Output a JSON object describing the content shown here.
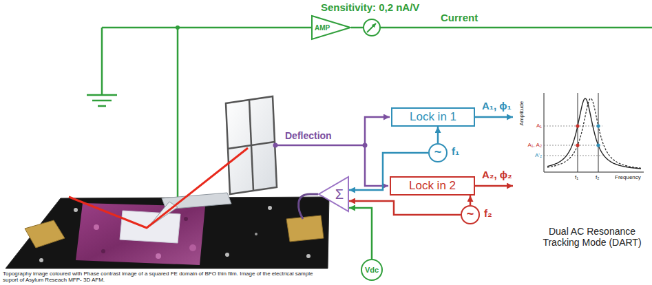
{
  "diagram": {
    "caption": "Topography image coloured with Phase contrast image of a squared FE domain of BFO thin film. Image of the electrical sample suport of Asylum Reseach MFP- 3D AFM.",
    "nodes": [
      {
        "text": [
          "AMP"
        ]
      },
      {
        "text": [
          "Lock in 1"
        ]
      },
      {
        "text": [
          "~"
        ]
      },
      {
        "text": [
          "Lock in 2"
        ]
      },
      {
        "text": [
          "Σ"
        ]
      },
      {
        "text": [
          "~"
        ]
      },
      {
        "text": [
          "Vdc"
        ]
      }
    ],
    "edges": [
      {
        "from": 2,
        "to": 1,
        "arrow": "to"
      },
      {
        "from": 5,
        "to": 3,
        "arrow": "to"
      },
      {
        "from": 2,
        "to": 4,
        "arrow": "to"
      },
      {
        "from": 5,
        "to": 4,
        "arrow": "to"
      },
      {
        "from": 6,
        "to": 4,
        "arrow": "to"
      }
    ],
    "labels": [
      "Sensitivity: 0,2 nA/V",
      "Current",
      "Deflection",
      "A₁, ϕ₁",
      "f₁",
      "A₂, ϕ₂",
      "f₂",
      "Amplitude",
      "A₁",
      "A₁, A₂",
      "A'₂",
      "Frequency",
      "f₁",
      "f₂",
      "Dual AC Resonance Tracking Mode (DART)"
    ]
  }
}
